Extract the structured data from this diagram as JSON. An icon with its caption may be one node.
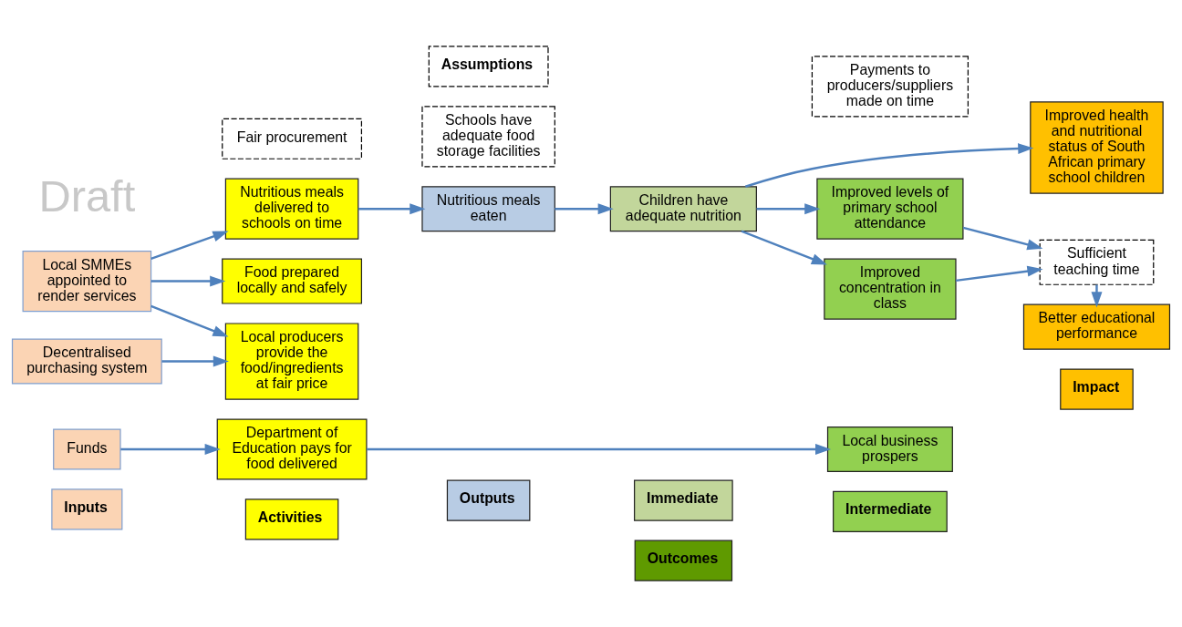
{
  "diagram": {
    "nodes": [
      {
        "text": [
          "Inputs"
        ]
      },
      {
        "text": [
          "Activities"
        ]
      },
      {
        "text": [
          "Outputs"
        ]
      },
      {
        "text": [
          "Outcomes"
        ]
      },
      {
        "text": [
          "Immediate"
        ]
      },
      {
        "text": [
          "Intermediate"
        ]
      },
      {
        "text": [
          "Impact"
        ]
      },
      {
        "text": [
          "Funds"
        ]
      },
      {
        "text": [
          "Department of Education pays for food delivered"
        ]
      },
      {
        "text": [
          "Improved health and nutritional status of South African primary school children"
        ]
      },
      {
        "text": [
          "Improved levels of primary school attendance"
        ]
      },
      {
        "text": [
          "Nutritious meals delivered to schools on time"
        ]
      },
      {
        "text": [
          "Nutritious meals eaten"
        ]
      },
      {
        "text": [
          "Children have adequate nutrition"
        ]
      },
      {
        "text": [
          "Schools have adequate food storage facilities"
        ]
      },
      {
        "text": [
          "Local SMMEs appointed to render services"
        ]
      },
      {
        "text": [
          "Food prepared locally and safely"
        ]
      },
      {
        "text": [
          "Improved concentration in class"
        ]
      },
      {
        "text": [
          "Local producers provide the food/ingredients at fair price"
        ]
      },
      {
        "text": [
          "Sufficient teaching time"
        ]
      },
      {
        "text": [
          "Decentralised purchasing system"
        ]
      },
      {
        "text": [
          "Fair procurement"
        ]
      },
      {
        "text": [
          "Local business prospers"
        ]
      },
      {
        "text": [
          "Payments to producers/suppliers made on time"
        ]
      },
      {
        "text": [
          "Better educational performance"
        ]
      },
      {
        "text": [
          "Assumptions"
        ]
      }
    ],
    "edges": [
      {
        "from": 7,
        "to": 8,
        "arrow": "to"
      },
      {
        "from": 8,
        "to": 22,
        "arrow": "to"
      },
      {
        "from": 11,
        "to": 12,
        "arrow": "to"
      },
      {
        "from": 12,
        "to": 13,
        "arrow": "to"
      },
      {
        "from": 13,
        "to": 9,
        "arrow": "to"
      },
      {
        "from": 13,
        "to": 10,
        "arrow": "to"
      },
      {
        "from": 13,
        "to": 17,
        "arrow": "to"
      },
      {
        "from": 15,
        "to": 11,
        "arrow": "to"
      },
      {
        "from": 15,
        "to": 16,
        "arrow": "to"
      },
      {
        "from": 15,
        "to": 18,
        "arrow": "to"
      },
      {
        "from": 20,
        "to": 18,
        "arrow": "to"
      },
      {
        "from": 10,
        "to": 19,
        "arrow": "to"
      },
      {
        "from": 17,
        "to": 19,
        "arrow": "to"
      },
      {
        "from": 19,
        "to": 24,
        "arrow": "to"
      }
    ],
    "labels": [
      "Draft"
    ]
  }
}
